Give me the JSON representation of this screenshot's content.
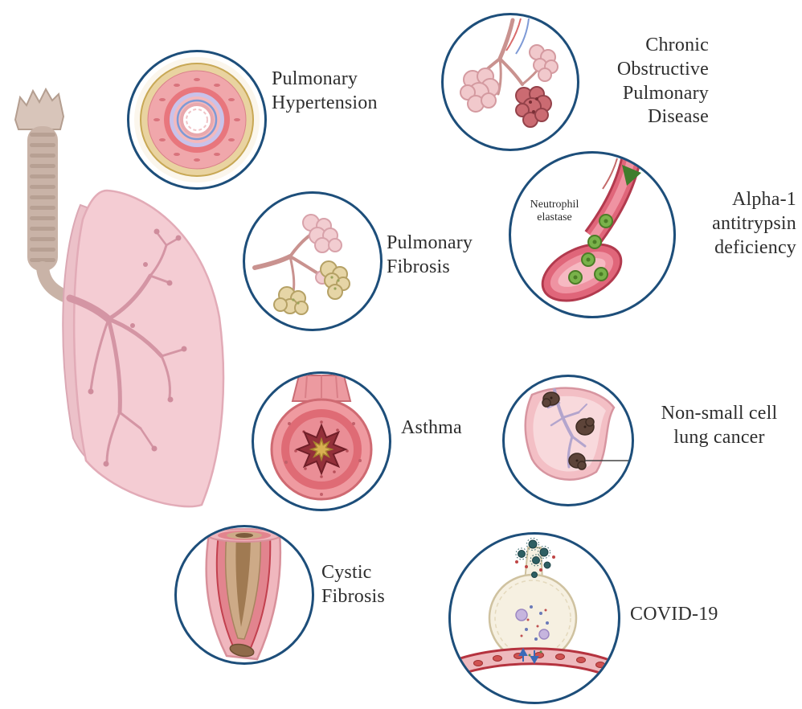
{
  "figure": {
    "description": "Respiratory diseases overview diagram",
    "colors": {
      "circle_border": "#1d4e7a",
      "text": "#2e2e2e",
      "background": "#ffffff"
    }
  },
  "anatomy": {
    "name": "lungs with trachea illustration"
  },
  "items": [
    {
      "key": "pulmonary-hypertension",
      "label": "Pulmonary\nHypertension",
      "illustration": "artery-cross-section"
    },
    {
      "key": "copd",
      "label": "Chronic\nObstructive\nPulmonary\nDisease",
      "illustration": "damaged-alveoli"
    },
    {
      "key": "pulmonary-fibrosis",
      "label": "Pulmonary\nFibrosis",
      "illustration": "fibrotic-alveoli"
    },
    {
      "key": "alpha-1-antitrypsin-deficiency",
      "label": "Alpha-1\nantitrypsin\ndeficiency",
      "inner_label": "Neutrophil\nelastase",
      "illustration": "blood-vessel-with-neutrophils"
    },
    {
      "key": "asthma",
      "label": "Asthma",
      "illustration": "constricted-airway-cross-section"
    },
    {
      "key": "non-small-cell-lung-cancer",
      "label": "Non-small cell\nlung cancer",
      "illustration": "lung-tissue-with-tumors"
    },
    {
      "key": "cystic-fibrosis",
      "label": "Cystic\nFibrosis",
      "illustration": "mucus-filled-airway"
    },
    {
      "key": "covid-19",
      "label": "COVID-19",
      "illustration": "infected-alveolus-with-vessel"
    }
  ]
}
